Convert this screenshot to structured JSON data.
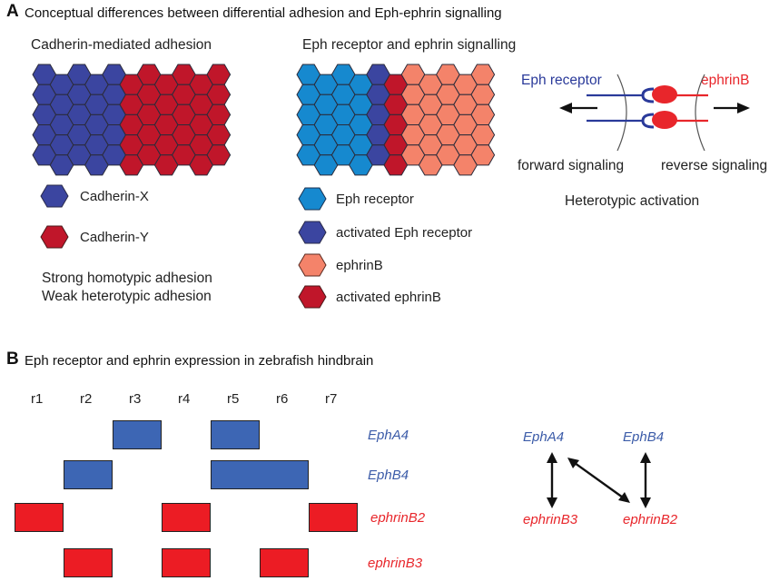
{
  "panel_a": {
    "letter": "A",
    "title": "Conceptual differences between differential adhesion and Eph-ephrin signalling",
    "cadherin": {
      "heading": "Cadherin-mediated adhesion",
      "legend": [
        "Cadherin-X",
        "Cadherin-Y"
      ],
      "note_line1": "Strong homotypic adhesion",
      "note_line2": "Weak heterotypic adhesion"
    },
    "eph": {
      "heading": "Eph receptor and ephrin signalling",
      "legend": [
        "Eph receptor",
        "activated Eph receptor",
        "ephrinB",
        "activated ephrinB"
      ]
    },
    "schematic": {
      "eph_label": "Eph receptor",
      "ephrin_label": "ephrinB",
      "forward": "forward signaling",
      "reverse": "reverse signaling",
      "caption": "Heterotypic activation"
    }
  },
  "panel_b": {
    "letter": "B",
    "title": "Eph receptor and ephrin expression in zebrafish hindbrain",
    "rhombomeres": [
      "r1",
      "r2",
      "r3",
      "r4",
      "r5",
      "r6",
      "r7"
    ],
    "genes": [
      {
        "name": "EphA4",
        "color": "blue",
        "segments": [
          [
            3,
            3
          ],
          [
            5,
            5
          ]
        ]
      },
      {
        "name": "EphB4",
        "color": "blue",
        "segments": [
          [
            2,
            2
          ],
          [
            5,
            6
          ]
        ]
      },
      {
        "name": "ephrinB2",
        "color": "red",
        "segments": [
          [
            1,
            1
          ],
          [
            4,
            4
          ],
          [
            7,
            7
          ]
        ]
      },
      {
        "name": "ephrinB3",
        "color": "red",
        "segments": [
          [
            2,
            2
          ],
          [
            4,
            4
          ],
          [
            6,
            6
          ]
        ]
      }
    ],
    "network": {
      "epha4": "EphA4",
      "ephb4": "EphB4",
      "ephrinb3": "ephrinB3",
      "ephrinb2": "ephrinB2"
    }
  },
  "colors": {
    "cadherin_x": "#3b45a0",
    "cadherin_y": "#c0162a",
    "eph_receptor": "#1689cf",
    "activated_eph": "#3b45a0",
    "ephrinB": "#f4836a",
    "activated_ephrin": "#c0162a",
    "bar_blue": "#3d66b4",
    "bar_red": "#ec1c24"
  }
}
